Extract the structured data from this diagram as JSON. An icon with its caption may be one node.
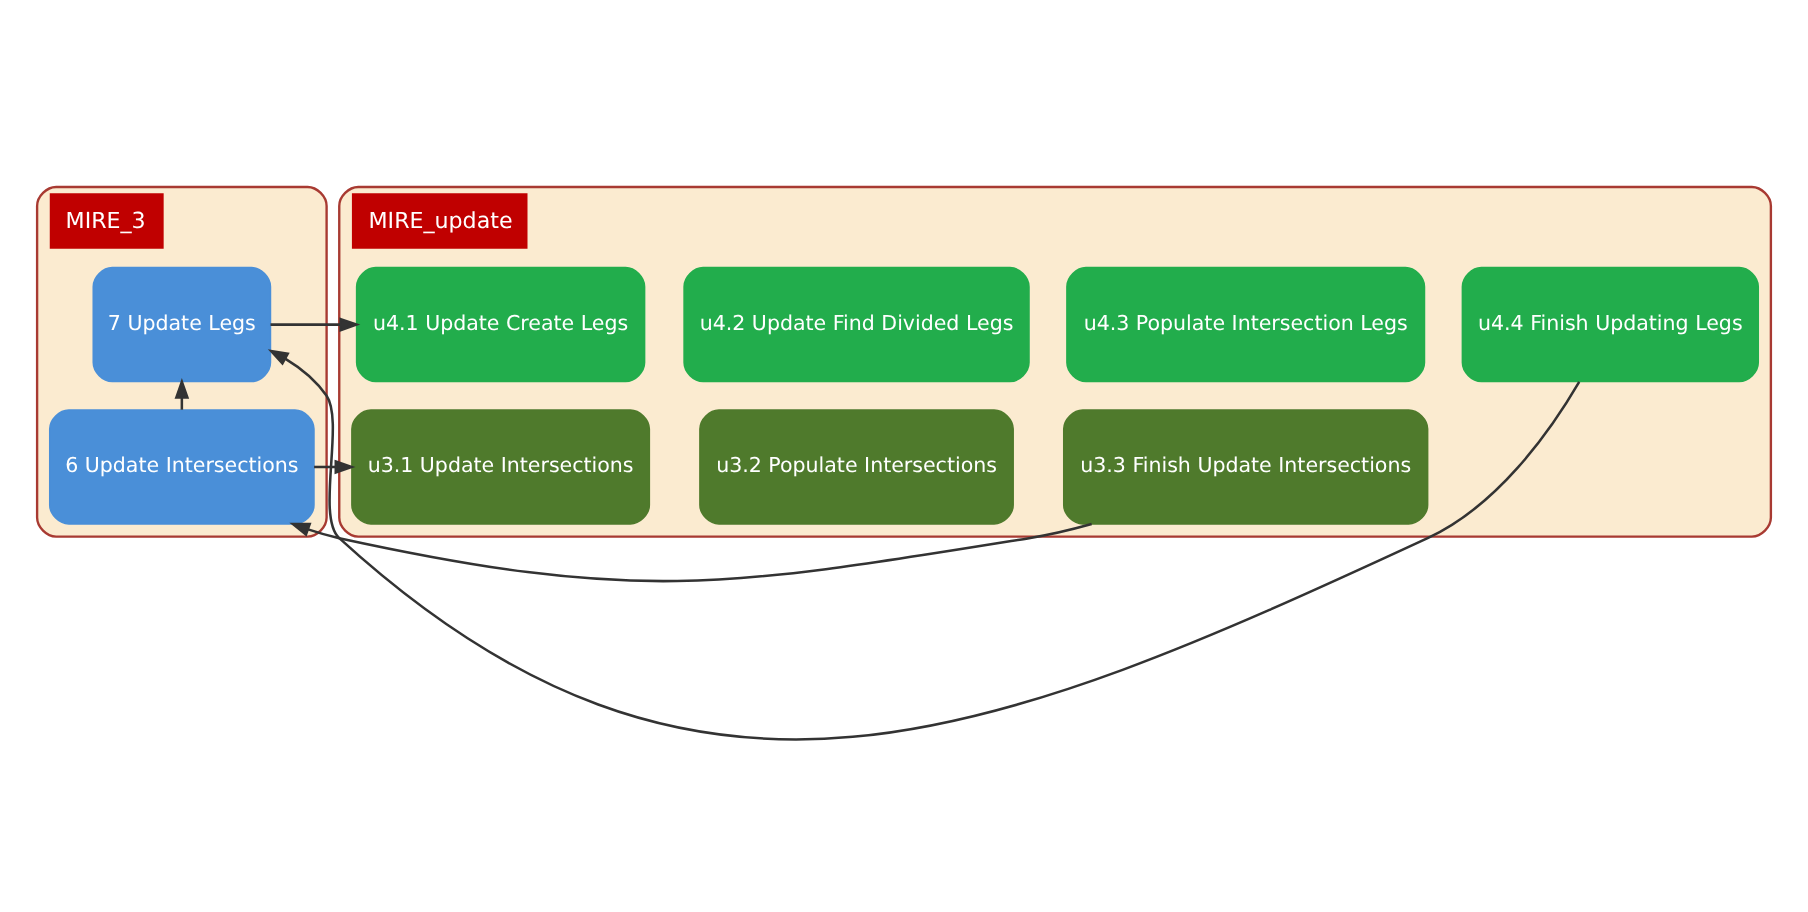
{
  "diagram": {
    "nodes": [
      {
        "text": [
          "MIRE_3"
        ]
      },
      {
        "text": [
          "6 Update Intersections"
        ],
        "in": 0
      },
      {
        "text": [
          "7 Update Legs"
        ],
        "in": 0
      },
      {
        "text": [
          "MIRE_update"
        ]
      },
      {
        "text": [
          "u3.1 Update Intersections"
        ],
        "in": 3
      },
      {
        "text": [
          "u3.2 Populate Intersections"
        ],
        "in": 3
      },
      {
        "text": [
          "u3.3 Finish Update Intersections"
        ],
        "in": 3
      },
      {
        "text": [
          "u4.1 Update Create Legs"
        ],
        "in": 3
      },
      {
        "text": [
          "u4.2 Update Find Divided Legs"
        ],
        "in": 3
      },
      {
        "text": [
          "u4.3 Populate Intersection Legs"
        ],
        "in": 3
      },
      {
        "text": [
          "u4.4 Finish Updating Legs"
        ],
        "in": 3
      }
    ],
    "edges": [
      {
        "from": 1,
        "to": 4,
        "arrow": "to"
      },
      {
        "from": 6,
        "to": 1,
        "arrow": "to"
      },
      {
        "from": 1,
        "to": 2,
        "arrow": "to"
      },
      {
        "from": 2,
        "to": 7,
        "arrow": "to"
      },
      {
        "from": 10,
        "to": 2,
        "arrow": "to"
      }
    ]
  }
}
